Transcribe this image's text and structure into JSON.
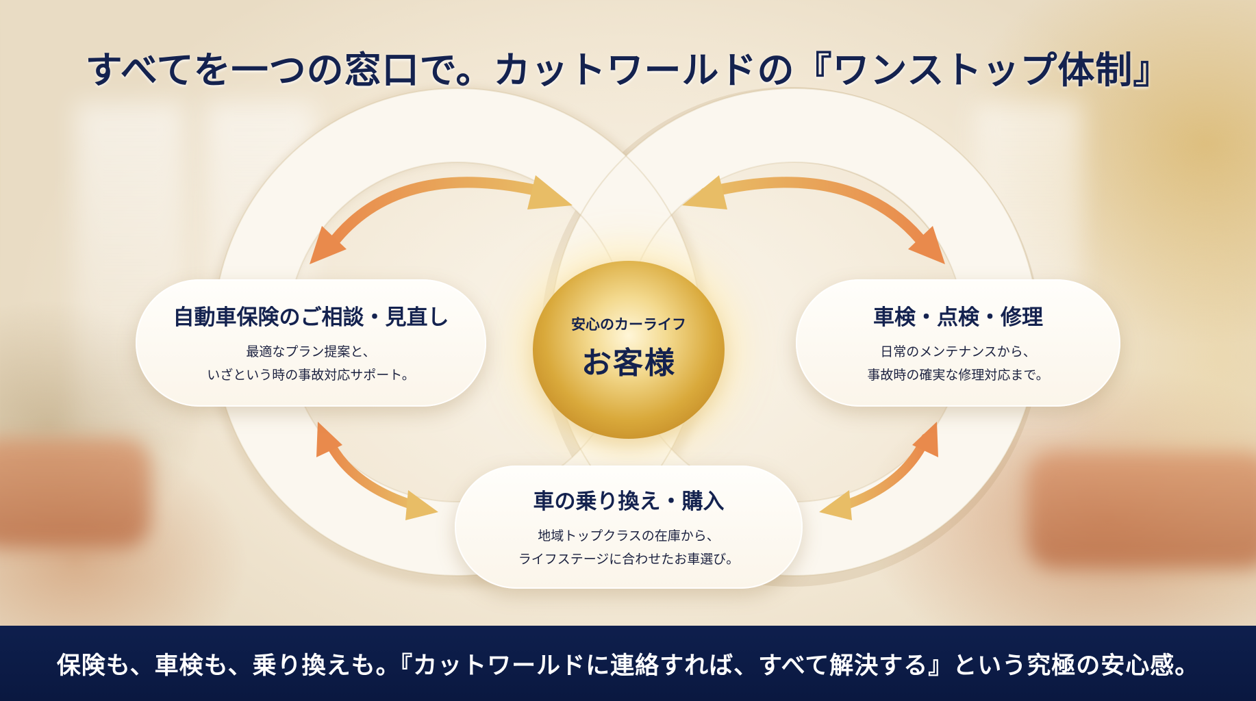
{
  "title": "すべてを一つの窓口で。カットワールドの『ワンストップ体制』",
  "hub": {
    "subtitle": "安心のカーライフ",
    "label": "お客様"
  },
  "cards": [
    {
      "title": "自動車保険のご相談・見直し",
      "lines": [
        "最適なプラン提案と、",
        "いざという時の事故対応サポート。"
      ]
    },
    {
      "title": "車検・点検・修理",
      "lines": [
        "日常のメンテナンスから、",
        "事故時の確実な修理対応まで。"
      ]
    },
    {
      "title": "車の乗り換え・購入",
      "lines": [
        "地域トップクラスの在庫から、",
        "ライフステージに合わせたお車選び。"
      ]
    }
  ],
  "banner": "保険も、車検も、乗り換えも。『カットワールドに連絡すれば、すべて解決する』という究極の安心感。",
  "colors": {
    "navy": "#14224f",
    "banner_bg": "#0e1f4d",
    "arrow_orange": "#e98a4c",
    "arrow_gold": "#e6b860",
    "hub_gold": "#d9a93b"
  }
}
